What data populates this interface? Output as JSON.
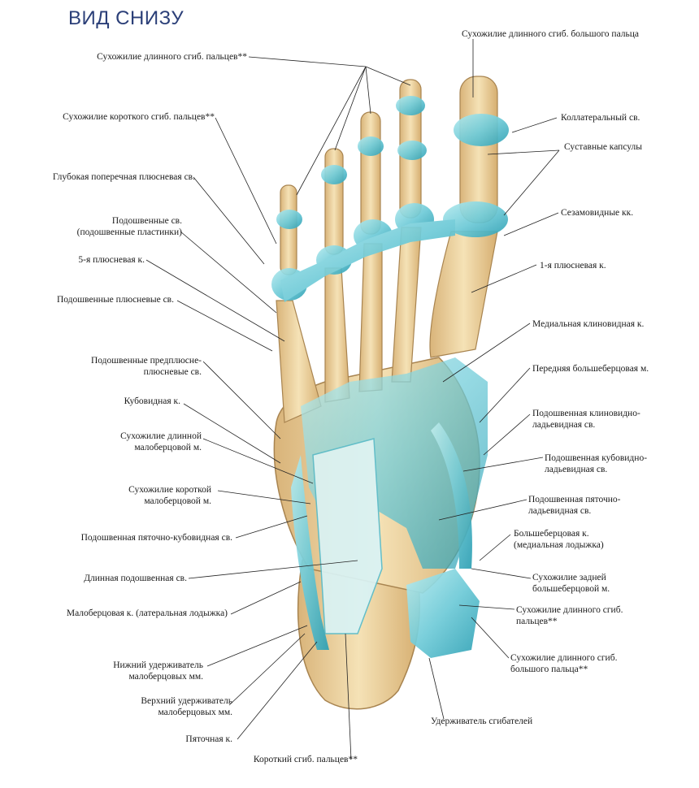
{
  "title": "ВИД СНИЗУ",
  "colors": {
    "bone": "#f0d9a8",
    "bone_shade": "#d8b377",
    "ligament": "#7fd2dd",
    "ligament_dark": "#2fa6b8",
    "title": "#2b3f78",
    "leader": "#222222"
  },
  "labels_left": [
    {
      "id": "lf1",
      "text": "Сухожилие длинного сгиб. пальцев**"
    },
    {
      "id": "lf2",
      "text": "Сухожилие короткого сгиб. пальцев**"
    },
    {
      "id": "lf3",
      "text": "Глубокая поперечная плюсневая св."
    },
    {
      "id": "lf4",
      "text": "Подошвенные св.\n(подошвенные пластинки)"
    },
    {
      "id": "lf5",
      "text": "5-я плюсневая к."
    },
    {
      "id": "lf6",
      "text": "Подошвенные плюсневые св."
    },
    {
      "id": "lf7",
      "text": "Подошвенные предплюсне-\nплюсневые св."
    },
    {
      "id": "lf8",
      "text": "Кубовидная к."
    },
    {
      "id": "lf9",
      "text": "Сухожилие длинной\nмалоберцовой м."
    },
    {
      "id": "lf10",
      "text": "Сухожилие короткой\nмалоберцовой м."
    },
    {
      "id": "lf11",
      "text": "Подошвенная пяточно-кубовидная св."
    },
    {
      "id": "lf12",
      "text": "Длинная подошвенная св."
    },
    {
      "id": "lf13",
      "text": "Малоберцовая к. (латеральная лодыжка)"
    },
    {
      "id": "lf14",
      "text": "Нижний удерживатель\nмалоберцовых мм."
    },
    {
      "id": "lf15",
      "text": "Верхний удерживатель\nмалоберцовых мм."
    },
    {
      "id": "lf16",
      "text": "Пяточная к."
    },
    {
      "id": "lf17",
      "text": "Короткий сгиб. пальцев**"
    }
  ],
  "labels_right": [
    {
      "id": "rt1",
      "text": "Сухожилие длинного сгиб. большого пальца"
    },
    {
      "id": "rt2",
      "text": "Коллатеральный св."
    },
    {
      "id": "rt3",
      "text": "Суставные капсулы"
    },
    {
      "id": "rt4",
      "text": "Сезамовидные кк."
    },
    {
      "id": "rt5",
      "text": "1-я плюсневая к."
    },
    {
      "id": "rt6",
      "text": "Медиальная клиновидная к."
    },
    {
      "id": "rt7",
      "text": "Передняя большеберцовая м."
    },
    {
      "id": "rt8",
      "text": "Подошвенная клиновидно-\nладьевидная св."
    },
    {
      "id": "rt9",
      "text": "Подошвенная кубовидно-\nладьевидная св."
    },
    {
      "id": "rt10",
      "text": "Подошвенная пяточно-\nладьевидная св."
    },
    {
      "id": "rt11",
      "text": "Большеберцовая к.\n(медиальная лодыжка)"
    },
    {
      "id": "rt12",
      "text": "Сухожилие задней\nбольшеберцовой м."
    },
    {
      "id": "rt13",
      "text": "Сухожилие длинного сгиб.\nпальцев**"
    },
    {
      "id": "rt14",
      "text": "Сухожилие длинного сгиб.\nбольшого пальца**"
    },
    {
      "id": "rt15",
      "text": "Удерживатель сгибателей"
    }
  ]
}
